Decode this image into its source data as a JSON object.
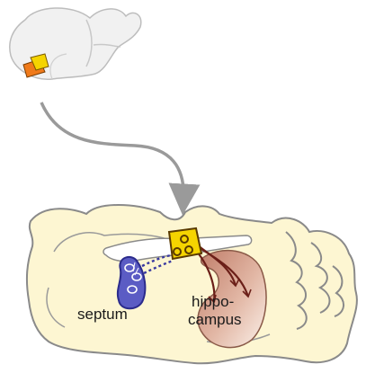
{
  "labels": {
    "septum": "septum",
    "hippocampus_line1": "hippo-",
    "hippocampus_line2": "campus"
  },
  "colors": {
    "brain_fill": "#fdf6d2",
    "brain_outline": "#8a8a8a",
    "small_brain_fill": "#f1f1f1",
    "septum_fill": "#5b5cc4",
    "septum_outline": "#2b2b8c",
    "hippocampus_fill": "#c98c78",
    "hippocampus_light": "#f6e6dc",
    "projection_color": "#6b1f18",
    "chip_fill": "#f5d400",
    "chip_outline": "#5a3a00",
    "slice_orange": "#f07a1a",
    "arrow_gray": "#9a9a9a"
  },
  "icons": {
    "small_brain": "rodent-brain-outline",
    "arrow": "curved-down-arrow",
    "chip": "yellow-implant-chip"
  }
}
